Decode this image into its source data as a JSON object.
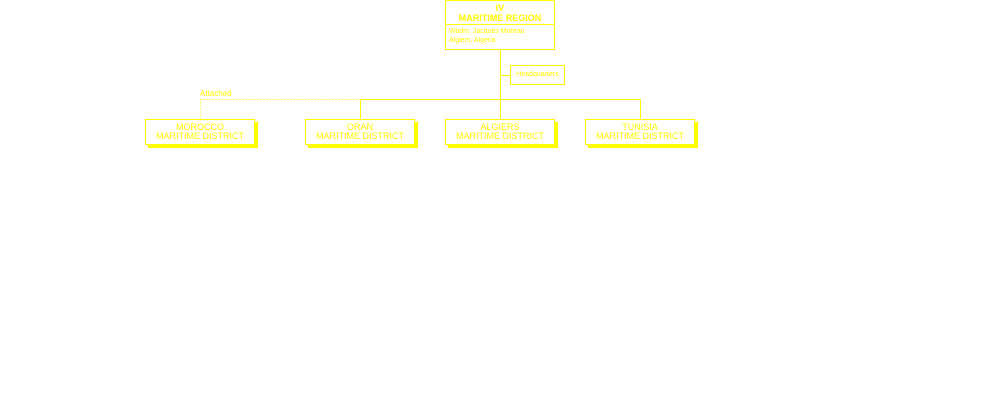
{
  "region": {
    "numeral": "IV",
    "name": "MARITIME REGION",
    "info_line1": "Wadm. Jacques Moreau",
    "info_line2": "Algiers, Algeria"
  },
  "headquarters_label": "Headquarters",
  "attached_label": "Attached",
  "districts": [
    {
      "line1": "MOROCCO",
      "line2": "MARITIME DISTRICT"
    },
    {
      "line1": "ORAN",
      "line2": "MARITIME DISTRICT"
    },
    {
      "line1": "ALGIERS",
      "line2": "MARITIME DISTRICT"
    },
    {
      "line1": "TUNISIA",
      "line2": "MARITIME DISTRICT"
    }
  ],
  "colors": {
    "line": "#ffff00",
    "background": "#ffffff"
  }
}
